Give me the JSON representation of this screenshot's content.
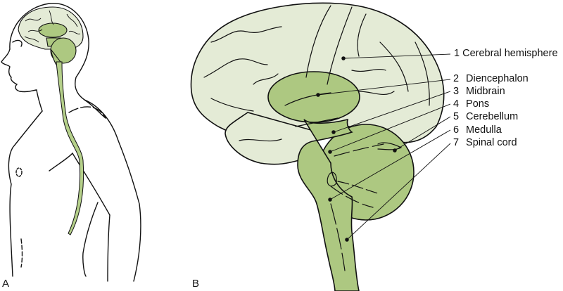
{
  "figure": {
    "panels": [
      {
        "letter": "A",
        "description": "Sagittal outline of human head and torso showing brain and spinal cord in situ"
      },
      {
        "letter": "B",
        "description": "Midsagittal view of the brain with labeled major divisions"
      }
    ],
    "labels": [
      {
        "number": "1",
        "text": "Cerebral hemisphere"
      },
      {
        "number": "2",
        "text": "Diencephalon"
      },
      {
        "number": "3",
        "text": "Midbrain"
      },
      {
        "number": "4",
        "text": "Pons"
      },
      {
        "number": "5",
        "text": "Cerebellum"
      },
      {
        "number": "6",
        "text": "Medulla"
      },
      {
        "number": "7",
        "text": "Spinal cord"
      }
    ],
    "colors": {
      "cerebrum_fill": "#e4ebd6",
      "brainstem_fill": "#adc881",
      "spinal_cord_fill": "#b5d08a",
      "outline": "#111111"
    }
  }
}
